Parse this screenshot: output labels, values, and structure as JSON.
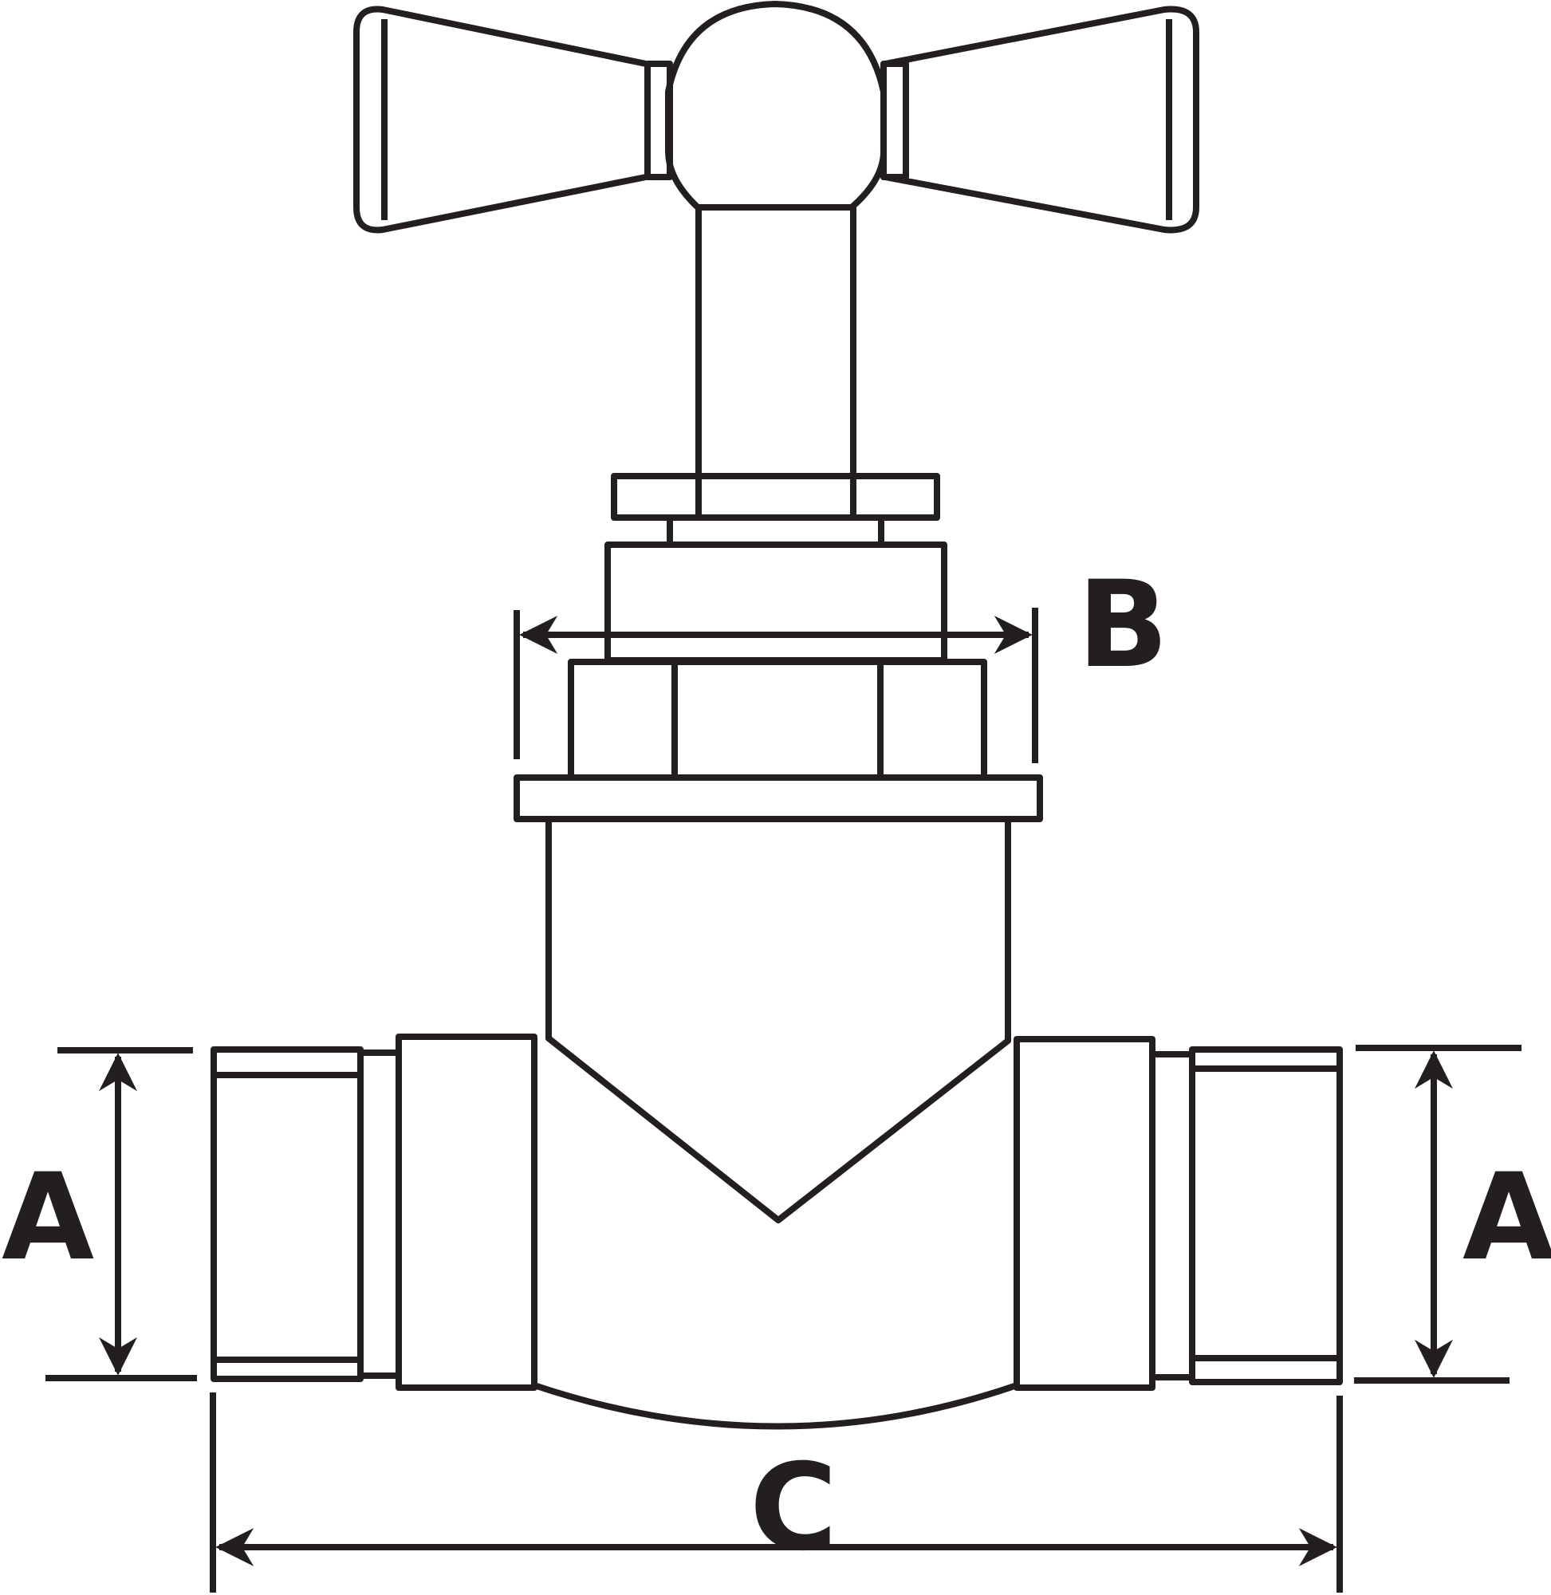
{
  "diagram": {
    "subject": "stop valve",
    "dimension_labels": {
      "a_left": "A",
      "a_right": "A",
      "b": "B",
      "c": "C"
    },
    "colors": {
      "line": "#231f20",
      "background": "#ffffff"
    }
  }
}
